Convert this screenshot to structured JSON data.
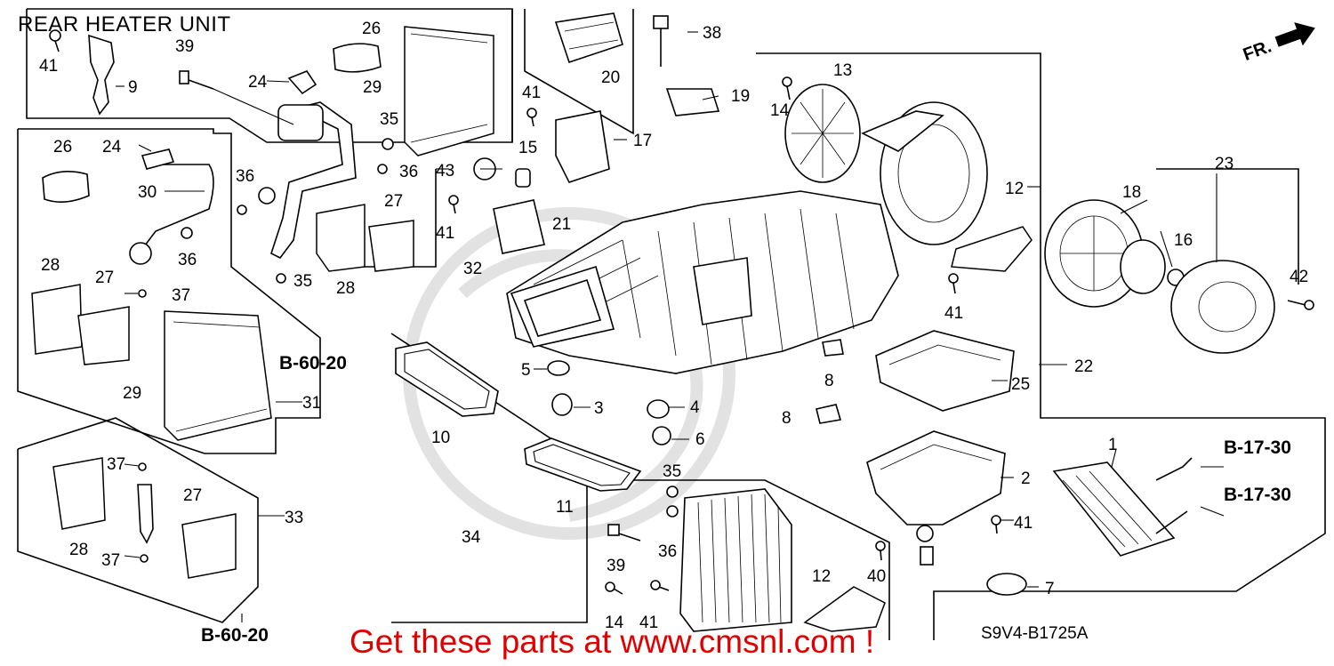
{
  "title": "REAR HEATER UNIT",
  "promo": "Get these parts at www.cmsnl.com !",
  "diagram_code": "S9V4-B1725A",
  "front_arrow": "FR.",
  "references": [
    "B-60-20",
    "B-60-20",
    "B-17-30",
    "B-17-30"
  ],
  "callouts": [
    "41",
    "9",
    "39",
    "26",
    "24",
    "29",
    "26",
    "24",
    "30",
    "36",
    "35",
    "36",
    "27",
    "28",
    "27",
    "37",
    "28",
    "29",
    "31",
    "32",
    "35",
    "36",
    "20",
    "38",
    "41",
    "15",
    "17",
    "43",
    "19",
    "14",
    "13",
    "12",
    "41",
    "21",
    "18",
    "23",
    "16",
    "42",
    "41",
    "22",
    "5",
    "3",
    "4",
    "6",
    "10",
    "8",
    "8",
    "25",
    "37",
    "27",
    "28",
    "37",
    "33",
    "34",
    "11",
    "35",
    "36",
    "39",
    "14",
    "41",
    "12",
    "40",
    "41",
    "2",
    "1",
    "7"
  ],
  "colors": {
    "promo": "#e00000",
    "ink": "#000000",
    "watermark": "#d8d8d8"
  }
}
